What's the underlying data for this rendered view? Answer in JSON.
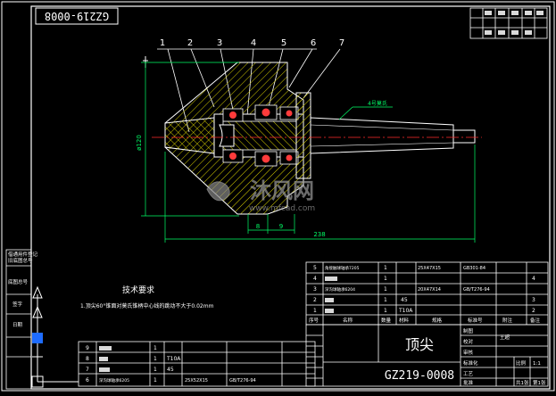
{
  "drawing": {
    "code_top": "GZ219-0008",
    "code_bottom": "GZ219-0008",
    "part_name": "顶尖",
    "watermark_main": "沐风网",
    "watermark_url": "www.mfcad.com"
  },
  "balloons": [
    "1",
    "2",
    "3",
    "4",
    "5",
    "6",
    "7"
  ],
  "dimensions": {
    "diameter": "ø120",
    "length": "238",
    "taper": "4号莫氏",
    "bottom_a": "8",
    "bottom_b": "9"
  },
  "tech_req": {
    "title": "技术要求",
    "item1": "1.顶尖60°锥面对莫氏锥柄中心线的跳动不大于0.02mm"
  },
  "left_strip": [
    "借通用件登记",
    "旧底图总号",
    "底图总号",
    "签字",
    "日期"
  ],
  "bom_right": [
    {
      "no": "5",
      "name": "角接触球轴承7205",
      "qty": "1",
      "mat": "",
      "spec": "25X47X15",
      "std": "GB301-84",
      "right": "4"
    },
    {
      "no": "4",
      "name": "",
      "qty": "1",
      "mat": "",
      "spec": "",
      "std": "",
      "right": ""
    },
    {
      "no": "3",
      "name": "深沟球轴承6204",
      "qty": "1",
      "mat": "",
      "spec": "20X47X14",
      "std": "GB/T276-94",
      "right": "3"
    },
    {
      "no": "2",
      "name": "",
      "qty": "1",
      "mat": "45",
      "spec": "",
      "std": "",
      "right": ""
    },
    {
      "no": "1",
      "name": "",
      "qty": "1",
      "mat": "T10A",
      "spec": "",
      "std": "",
      "right": "2"
    }
  ],
  "bom_left": [
    {
      "no": "9",
      "name": "",
      "qty": "1",
      "mat": "",
      "spec": "",
      "std": ""
    },
    {
      "no": "8",
      "name": "",
      "qty": "1",
      "mat": "T10A",
      "spec": "",
      "std": ""
    },
    {
      "no": "7",
      "name": "",
      "qty": "1",
      "mat": "45",
      "spec": "",
      "std": ""
    },
    {
      "no": "6",
      "name": "深沟球轴承6205",
      "qty": "1",
      "mat": "",
      "spec": "25X52X15",
      "std": "GB/T276-94"
    }
  ],
  "bom_header": {
    "no": "序号",
    "name": "名称",
    "qty": "数量",
    "mat": "材料",
    "spec": "规格",
    "std": "标准号",
    "note": "附注",
    "remark": "备注"
  },
  "title_block": {
    "r1": "制图",
    "r2": "校对",
    "r3": "审核",
    "r4": "标准化",
    "r5": "工艺",
    "r6": "批准",
    "designer": "王超",
    "scale_label": "比例",
    "scale_value": "1:1",
    "sheet_label": "共1张",
    "sheet_value": "第1张"
  },
  "colors": {
    "outline": "#ffffff",
    "section_fill": "#e8e000",
    "centerline": "#ff2a2a",
    "dimension": "#00ff66",
    "text_green": "#00ff66",
    "text_white": "#ffffff",
    "bearing": "#ff3b3b",
    "frame": "#ffffff",
    "hatch": "#c8c000"
  }
}
